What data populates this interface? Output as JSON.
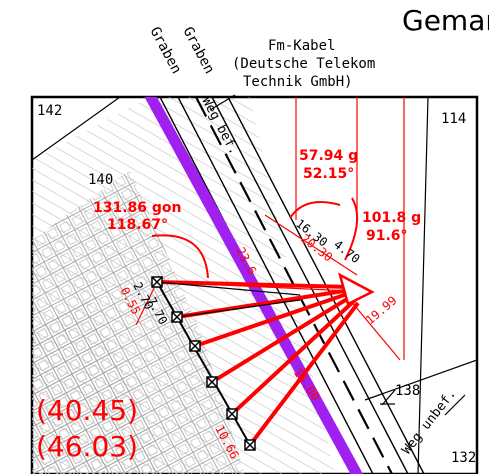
{
  "header": {
    "gemarkung_fragment": "Gemar"
  },
  "labels": {
    "graben_1": "Graben",
    "graben_2": "Graben",
    "fm_kabel": "Fm-Kabel",
    "fm_kabel_owner_1": "(Deutsche Telekom",
    "fm_kabel_owner_2": "Technik GmbH)",
    "weg_bef": "Weg bef.",
    "weg_unbef": "Weg unbef.",
    "parcel_142": "142",
    "parcel_140": "140",
    "parcel_114": "114",
    "parcel_138": "138",
    "parcel_132": "132"
  },
  "measurements": {
    "angle_left_gon": "131.86 gon",
    "angle_left_deg": "118.67°",
    "angle_top_gon": "57.94 g",
    "angle_top_deg": "52.15°",
    "angle_right_gon": "101.8 g",
    "angle_right_deg": "91.6°",
    "dist_16_30": "16.30",
    "dist_4_70": "4.70",
    "dist_20_30": "20.30",
    "dist_2_70": "2.70",
    "dist_7_70": "7.70",
    "dist_0_55": "0.55",
    "dist_19_99": "19.99",
    "dist_16_00": "16.00",
    "dist_10_66": "10.66",
    "dist_23_6": "23.6",
    "area_1": "(40.45)",
    "area_2": "(46.03)"
  },
  "colors": {
    "graben_line": "#a020f0",
    "measure_red": "#ff0000",
    "survey_black": "#000000",
    "hatch_grey": "#b0b0b0"
  }
}
